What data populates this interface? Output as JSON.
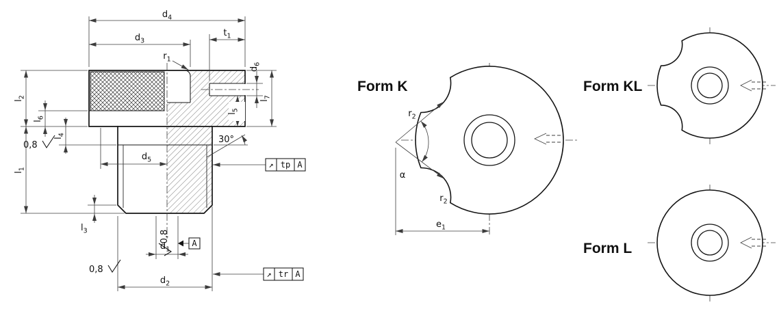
{
  "drawing": {
    "title_forms": {
      "k": "Form K",
      "kl": "Form KL",
      "l": "Form L"
    },
    "dims": {
      "d1": {
        "base": "d",
        "sub": "1"
      },
      "d2": {
        "base": "d",
        "sub": "2"
      },
      "d3": {
        "base": "d",
        "sub": "3"
      },
      "d4": {
        "base": "d",
        "sub": "4"
      },
      "d5": {
        "base": "d",
        "sub": "5"
      },
      "d6": {
        "base": "d",
        "sub": "6"
      },
      "l1": {
        "base": "l",
        "sub": "1"
      },
      "l2": {
        "base": "l",
        "sub": "2"
      },
      "l3": {
        "base": "l",
        "sub": "3"
      },
      "l4": {
        "base": "l",
        "sub": "4"
      },
      "l5": {
        "base": "l",
        "sub": "5"
      },
      "l6": {
        "base": "l",
        "sub": "6"
      },
      "l7": {
        "base": "l",
        "sub": "7"
      },
      "t1": {
        "base": "t",
        "sub": "1"
      },
      "r1": {
        "base": "r",
        "sub": "1"
      },
      "r2": {
        "base": "r",
        "sub": "2"
      },
      "e1": {
        "base": "e",
        "sub": "1"
      },
      "angle30": "30°",
      "alpha": "α",
      "roughness": "0,8"
    },
    "frames": {
      "tp": {
        "arrow": "↗",
        "label": "tp",
        "datum": "A"
      },
      "tr": {
        "arrow": "↗",
        "label": "tr",
        "datum": "A"
      },
      "datum": "A"
    }
  }
}
